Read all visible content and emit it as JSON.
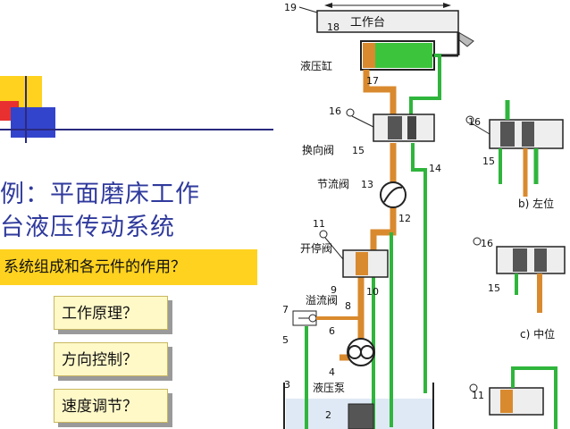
{
  "slide": {
    "title_line1": "例：平面磨床工作",
    "title_line2": "台液压传动系统",
    "question": "系统组成和各元件的作用？",
    "buttons": [
      "工作原理？",
      "方向控制？",
      "速度调节？"
    ]
  },
  "diagram": {
    "labels": {
      "worktable": "工作台",
      "cylinder": "液压缸",
      "reversing_valve": "换向阀",
      "throttle_valve": "节流阀",
      "start_stop_valve": "开停阀",
      "relief_valve": "溢流阀",
      "pump": "液压泵",
      "left_position": "b) 左位",
      "middle_position": "c) 中位"
    },
    "numbers": [
      "19",
      "18",
      "17",
      "16",
      "15",
      "14",
      "13",
      "12",
      "11",
      "10",
      "9",
      "8",
      "7",
      "6",
      "5",
      "4",
      "3",
      "2",
      "16",
      "15",
      "16",
      "15",
      "11"
    ]
  },
  "colors": {
    "title": "#2f3a9c",
    "question_bg": "#ffd21f",
    "button_bg": "#fff9c8",
    "pressure_line": "#d98a2e",
    "return_line": "#2fb53c",
    "deco_yellow": "#ffd21f",
    "deco_blue": "#3344cc",
    "deco_red": "#e83030"
  }
}
